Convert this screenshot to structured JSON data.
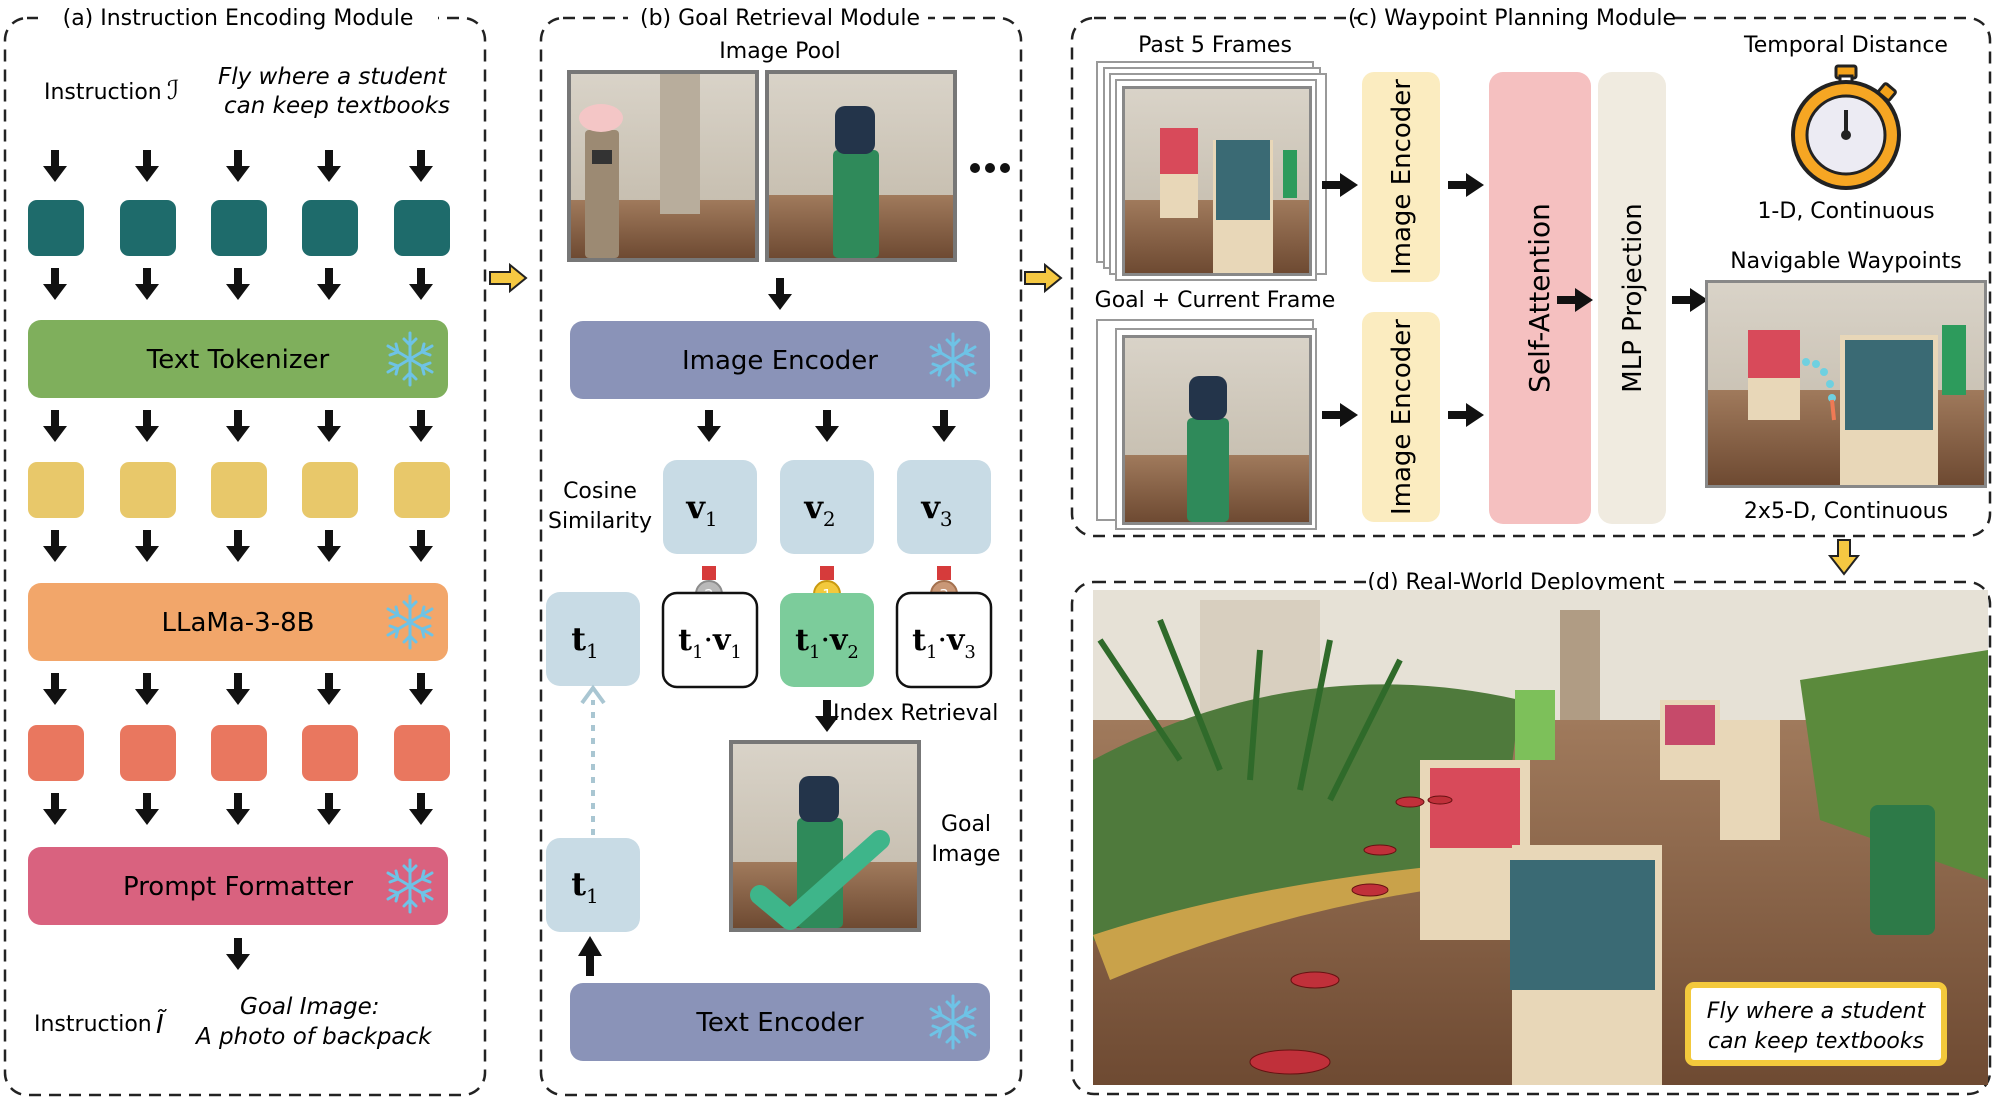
{
  "panels": {
    "a": {
      "title": "(a) Instruction Encoding Module",
      "instruction_label": "Instruction",
      "instruction_symbol": "ℐ",
      "instruction_text_line1": "Fly where a student",
      "instruction_text_line2": "can keep textbooks",
      "tokenizer": "Text Tokenizer",
      "llm": "LLaMa-3-8B",
      "formatter": "Prompt Formatter",
      "output_label": "Instruction",
      "output_symbol": "Ĩ",
      "output_text_line1": "Goal Image:",
      "output_text_line2": "A photo of backpack"
    },
    "b": {
      "title": "(b) Goal Retrieval Module",
      "image_pool": "Image Pool",
      "image_encoder": "Image Encoder",
      "cosine_line1": "Cosine",
      "cosine_line2": "Similarity",
      "v1": "v",
      "v1_sub": "1",
      "v2": "v",
      "v2_sub": "2",
      "v3": "v",
      "v3_sub": "3",
      "t1": "t",
      "t1_sub": "1",
      "dot": "·",
      "ranks": [
        "2",
        "1",
        "3"
      ],
      "index_retrieval": "Index Retrieval",
      "goal_line1": "Goal",
      "goal_line2": "Image",
      "text_encoder": "Text Encoder"
    },
    "c": {
      "title": "(c) Waypoint Planning Module",
      "past_frames": "Past 5 Frames",
      "goal_current": "Goal + Current Frame",
      "image_encoder_top": "Image Encoder",
      "image_encoder_bottom": "Image Encoder",
      "self_attention": "Self-Attention",
      "mlp": "MLP Projection",
      "temporal_distance": "Temporal Distance",
      "temporal_dim": "1-D, Continuous",
      "waypoints": "Navigable Waypoints",
      "waypoints_dim": "2x5-D, Continuous"
    },
    "d": {
      "title": "(d) Real-World Deployment",
      "caption_line1": "Fly where a student",
      "caption_line2": "can keep textbooks"
    }
  },
  "colors": {
    "teal": "#1e6b6b",
    "yellow": "#e8c86a",
    "orange": "#e9775f",
    "green": "#7faf5c",
    "llm": "#f2a66a",
    "pink": "#d9627f",
    "slate": "#8a93b8",
    "lightblue": "#c8dbe5",
    "cream": "#fbecc0",
    "rose": "#f5c0c0",
    "beige": "#f0ebe0",
    "goldbox": "#f3c93c"
  }
}
